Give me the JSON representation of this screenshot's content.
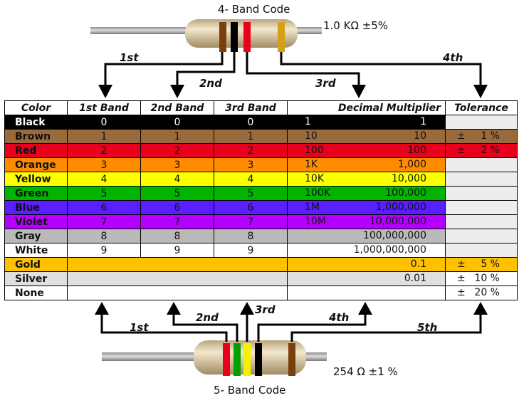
{
  "title_top": "4- Band Code",
  "title_bottom": "5- Band Code",
  "resistor_top_value": "1.0 KΩ  ±5%",
  "resistor_bottom_value": "254 Ω  ±1 %",
  "flow_top": {
    "first": "1st",
    "second": "2nd",
    "third": "3rd",
    "fourth": "4th"
  },
  "flow_bottom": {
    "first": "1st",
    "second": "2nd",
    "third": "3rd",
    "fourth": "4th",
    "fifth": "5th"
  },
  "table": {
    "headers": [
      "Color",
      "1st Band",
      "2nd Band",
      "3rd Band",
      "Decimal Multiplier",
      "Tolerance"
    ],
    "rows": [
      {
        "name": "Black",
        "bg": "#000000",
        "fg": "#ffffff",
        "b1": "0",
        "b2": "0",
        "b3": "0",
        "mult_left": "1",
        "mult_right": "1",
        "tol_bg": "#ededed",
        "tol_pm": "",
        "tol_val": ""
      },
      {
        "name": "Brown",
        "bg": "#9b6a3c",
        "fg": "#111111",
        "b1": "1",
        "b2": "1",
        "b3": "1",
        "mult_left": "10",
        "mult_right": "10",
        "tol_bg": "#9b6a3c",
        "tol_pm": "±",
        "tol_val": "1 %"
      },
      {
        "name": "Red",
        "bg": "#e8001c",
        "fg": "#111111",
        "b1": "2",
        "b2": "2",
        "b3": "2",
        "mult_left": "100",
        "mult_right": "100",
        "tol_bg": "#e8001c",
        "tol_pm": "±",
        "tol_val": "2 %"
      },
      {
        "name": "Orange",
        "bg": "#ff8c00",
        "fg": "#111111",
        "b1": "3",
        "b2": "3",
        "b3": "3",
        "mult_left": "1K",
        "mult_right": "1,000",
        "tol_bg": "#ededed",
        "tol_pm": "",
        "tol_val": ""
      },
      {
        "name": "Yellow",
        "bg": "#ffff00",
        "fg": "#111111",
        "b1": "4",
        "b2": "4",
        "b3": "4",
        "mult_left": "10K",
        "mult_right": "10,000",
        "tol_bg": "#ededed",
        "tol_pm": "",
        "tol_val": ""
      },
      {
        "name": "Green",
        "bg": "#00b400",
        "fg": "#111111",
        "b1": "5",
        "b2": "5",
        "b3": "5",
        "mult_left": "100K",
        "mult_right": "100,000",
        "tol_bg": "#ededed",
        "tol_pm": "",
        "tol_val": ""
      },
      {
        "name": "Blue",
        "bg": "#5a1eff",
        "fg": "#111111",
        "b1": "6",
        "b2": "6",
        "b3": "6",
        "mult_left": "1M",
        "mult_right": "1,000,000",
        "tol_bg": "#ededed",
        "tol_pm": "",
        "tol_val": ""
      },
      {
        "name": "Violet",
        "bg": "#b400ff",
        "fg": "#111111",
        "b1": "7",
        "b2": "7",
        "b3": "7",
        "mult_left": "10M",
        "mult_right": "10,000,000",
        "tol_bg": "#ededed",
        "tol_pm": "",
        "tol_val": ""
      },
      {
        "name": "Gray",
        "bg": "#b9b9b9",
        "fg": "#111111",
        "b1": "8",
        "b2": "8",
        "b3": "8",
        "mult_left": "",
        "mult_right": "100,000,000",
        "tol_bg": "#ededed",
        "tol_pm": "",
        "tol_val": ""
      },
      {
        "name": "White",
        "bg": "#ffffff",
        "fg": "#111111",
        "b1": "9",
        "b2": "9",
        "b3": "9",
        "mult_left": "",
        "mult_right": "1,000,000,000",
        "tol_bg": "#ededed",
        "tol_pm": "",
        "tol_val": ""
      }
    ],
    "special_rows": [
      {
        "name": "Gold",
        "bg": "#ffc000",
        "band_bg": "#ffc000",
        "mult_right": "0.1",
        "tol_bg": "#ffc000",
        "tol_pm": "±",
        "tol_val": "5 %"
      },
      {
        "name": "Silver",
        "bg": "#e0e0e0",
        "band_bg": "#e0e0e0",
        "mult_right": "0.01",
        "tol_bg": "#ffffff",
        "tol_pm": "±",
        "tol_val": "10 %"
      },
      {
        "name": "None",
        "bg": "#ffffff",
        "band_bg": "#ffffff",
        "mult_right": "",
        "tol_bg": "#ffffff",
        "tol_pm": "±",
        "tol_val": "20 %"
      }
    ]
  },
  "colors": {
    "lead": "#b8b8b8",
    "body": "#e8d9b5",
    "band_brown": "#7a3f0c",
    "band_black": "#000000",
    "band_red": "#e8001c",
    "band_gold": "#d4a017",
    "band_green": "#00a000",
    "band_yellow": "#f4f000"
  }
}
